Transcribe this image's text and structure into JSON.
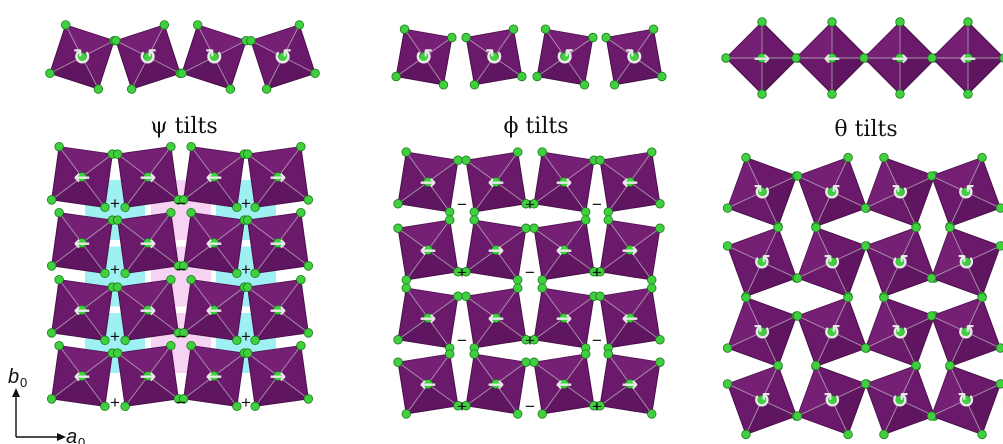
{
  "panels": [
    {
      "id": "psi",
      "title": "ψ tilts",
      "top_arrows": [
        "↻",
        "↺",
        "↻",
        "↺"
      ]
    },
    {
      "id": "phi",
      "title": "ϕ tilts",
      "top_arrows": [
        "↺",
        "↻",
        "↺",
        "↻"
      ]
    },
    {
      "id": "theta",
      "title": "θ tilts",
      "top_arrows": [
        "→",
        "←",
        "→",
        "←"
      ]
    }
  ],
  "psi_grid": {
    "arrow_rows": [
      [
        "←",
        "→",
        "←",
        "→"
      ],
      [
        "←",
        "→",
        "←",
        "→"
      ],
      [
        "←",
        "→",
        "←",
        "→"
      ],
      [
        "←",
        "→",
        "←",
        "→"
      ]
    ],
    "sign_rows": [
      [
        "+",
        "−",
        "+"
      ],
      [
        "+",
        "−",
        "+"
      ],
      [
        "+",
        "−",
        "+"
      ],
      [
        "+",
        "−",
        "+"
      ]
    ],
    "fill_colors": [
      "#9ef0f3",
      "#f7d3f3",
      "#9ef0f3"
    ]
  },
  "phi_grid": {
    "arrow_rows": [
      [
        "→",
        "←",
        "→",
        "←"
      ],
      [
        "←",
        "→",
        "←",
        "→"
      ],
      [
        "→",
        "←",
        "→",
        "←"
      ],
      [
        "←",
        "→",
        "←",
        "→"
      ]
    ],
    "sign_rows": [
      [
        "−",
        "+",
        "−"
      ],
      [
        "+",
        "−",
        "+"
      ],
      [
        "−",
        "+",
        "−"
      ],
      [
        "+",
        "−",
        "+"
      ]
    ]
  },
  "theta_grid": {
    "arrow_rows": [
      [
        "↻",
        "↺",
        "↻",
        "↺"
      ],
      [
        "↺",
        "↻",
        "↺",
        "↻"
      ],
      [
        "↻",
        "↺",
        "↻",
        "↺"
      ],
      [
        "↺",
        "↻",
        "↺",
        "↻"
      ]
    ]
  },
  "axes": {
    "b_label": "b",
    "b_sub": "0",
    "a_label": "a",
    "a_sub": "0"
  },
  "colors": {
    "octahedron": "#6b1a6b",
    "octahedron_dark": "#4a0f4a",
    "atom": "#3fcf3f",
    "atom_edge": "#1b7a1b",
    "bond": "#c8c8c8",
    "arrow": "#e8e8e8"
  }
}
